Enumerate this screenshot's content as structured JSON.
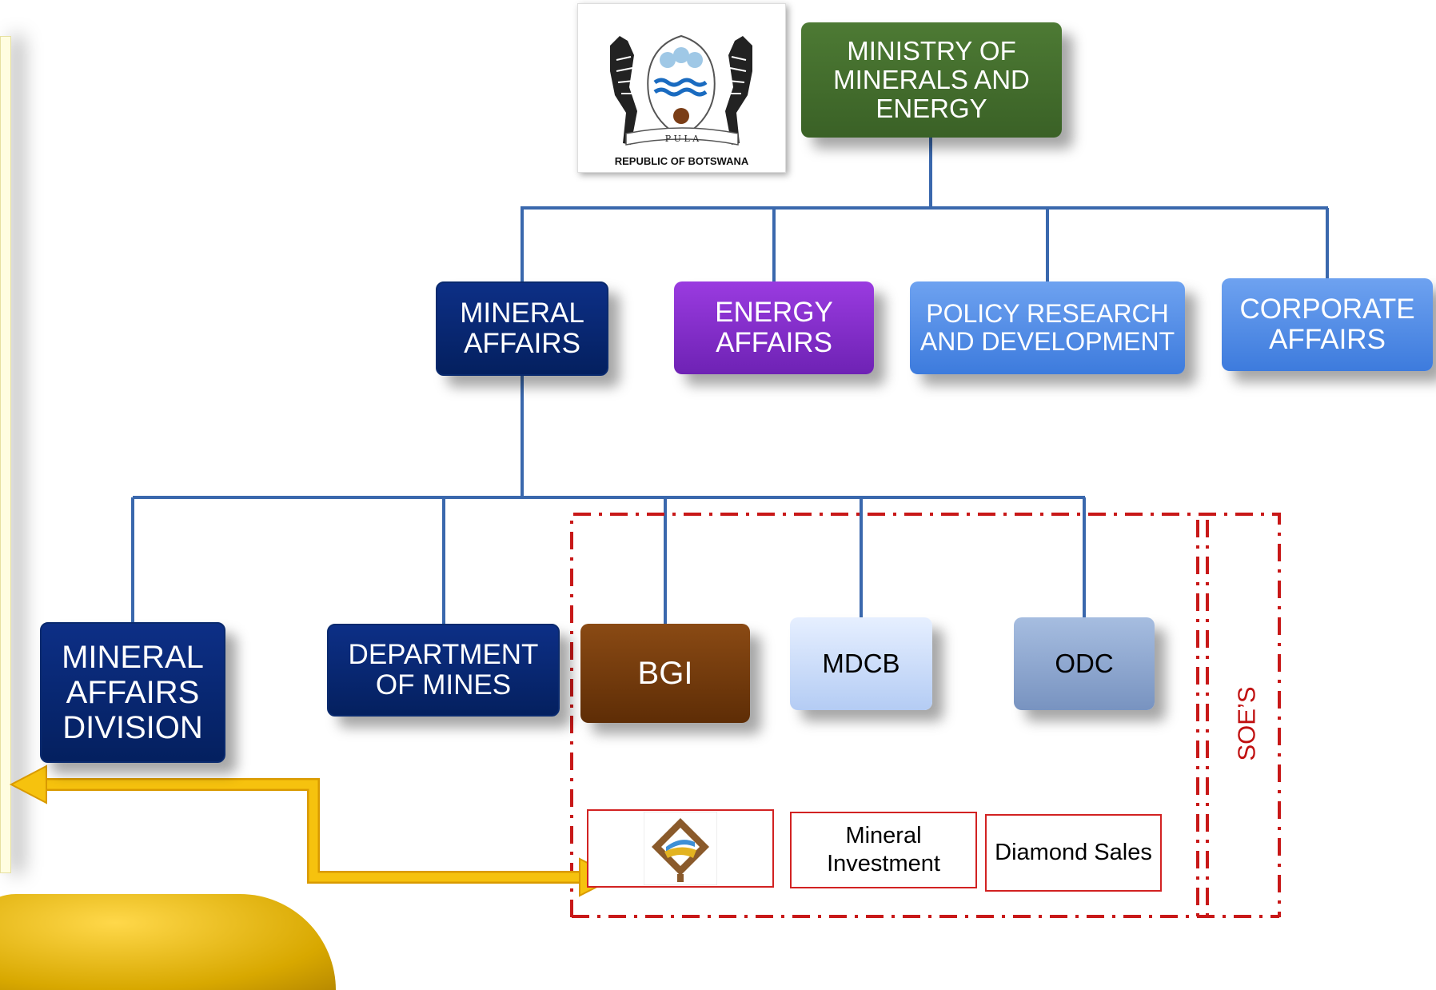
{
  "crest": {
    "caption": "REPUBLIC OF BOTSWANA",
    "motto": "P U L A"
  },
  "ministry": {
    "label": "MINISTRY OF MINERALS AND ENERGY",
    "color": "#3f6b2b"
  },
  "departments": [
    {
      "label": "MINERAL AFFAIRS",
      "color": "#05276e"
    },
    {
      "label": "ENERGY AFFAIRS",
      "color": "#8430cc"
    },
    {
      "label": "POLICY RESEARCH AND DEVELOPMENT",
      "color": "#4a88e6"
    },
    {
      "label": "CORPORATE AFFAIRS",
      "color": "#4a88e6"
    }
  ],
  "units": [
    {
      "label": "MINERAL AFFAIRS DIVISION",
      "color": "#05276e"
    },
    {
      "label": "DEPARTMENT OF MINES",
      "color": "#05276e"
    },
    {
      "label": "BGI",
      "color": "#6b360b"
    },
    {
      "label": "MDCB",
      "color": "#cfdcf7"
    },
    {
      "label": "ODC",
      "color": "#8fa8d1"
    }
  ],
  "soe_items": [
    {
      "label": "",
      "icon": "bgi-logo-icon"
    },
    {
      "label": "Mineral Investment"
    },
    {
      "label": "Diamond Sales"
    }
  ],
  "soe_label": "SOE’S",
  "colors": {
    "connector": "#3a68ad",
    "dashed_border": "#c81818",
    "arrow": "#f2b90a"
  }
}
